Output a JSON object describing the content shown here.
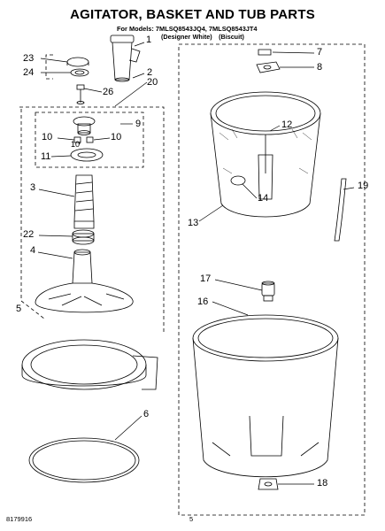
{
  "header": {
    "title": "AGITATOR, BASKET AND TUB PARTS",
    "for_models": "For Models: 7MLSQ8543JQ4, 7MLSQ8543JT4",
    "variant_white": "(Designer White)",
    "variant_biscuit": "(Biscuit)"
  },
  "callouts": [
    "1",
    "2",
    "3",
    "4",
    "5",
    "6",
    "7",
    "8",
    "9",
    "10",
    "10",
    "10",
    "11",
    "12",
    "13",
    "14",
    "16",
    "17",
    "18",
    "19",
    "20",
    "22",
    "23",
    "24",
    "26"
  ],
  "footer": {
    "part_number": "8179916",
    "page": "5"
  },
  "colors": {
    "line": "#000000",
    "paper": "#ffffff"
  }
}
